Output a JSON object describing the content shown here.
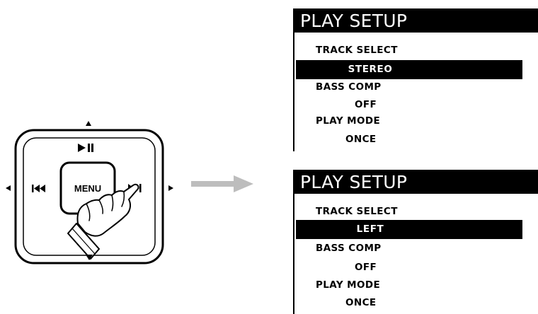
{
  "remote": {
    "menu_label": "MENU",
    "up_icon": "triangle-up-icon",
    "down_icon": "triangle-down-icon",
    "left_icon": "triangle-left-icon",
    "right_icon": "triangle-right-icon",
    "play_pause_icon": "play-pause-icon",
    "prev_icon": "previous-track-icon",
    "next_icon": "next-track-icon",
    "hand_icon": "pointing-hand-icon"
  },
  "flow_arrow": "right-arrow-icon",
  "screens": [
    {
      "title": "PLAY SETUP",
      "track_select_label": "TRACK SELECT",
      "track_select_value": "STEREO",
      "bass_comp_label": "BASS COMP",
      "bass_comp_value": "OFF",
      "play_mode_label": "PLAY MODE",
      "play_mode_value": "ONCE"
    },
    {
      "title": "PLAY SETUP",
      "track_select_label": "TRACK SELECT",
      "track_select_value": "LEFT",
      "bass_comp_label": "BASS COMP",
      "bass_comp_value": "OFF",
      "play_mode_label": "PLAY MODE",
      "play_mode_value": "ONCE"
    }
  ],
  "colors": {
    "ink": "#000000",
    "arrow": "#bdbdbd",
    "background": "#ffffff"
  }
}
